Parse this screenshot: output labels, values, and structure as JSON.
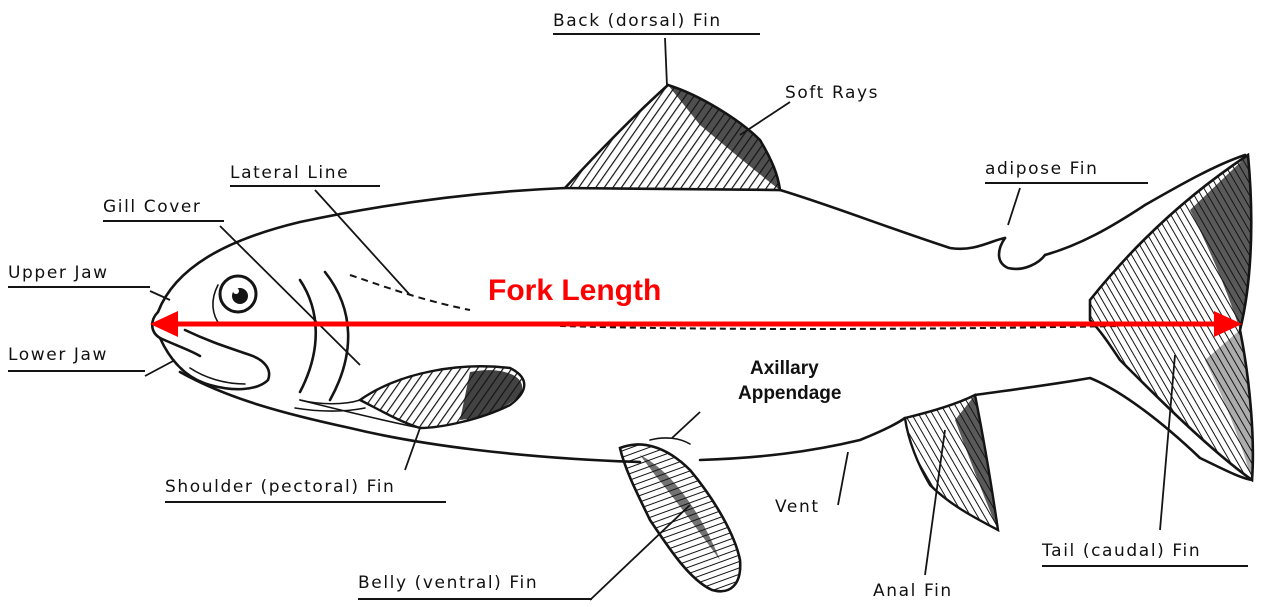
{
  "colors": {
    "measure": "#ff0000",
    "ink": "#141414"
  },
  "measurement": {
    "label": "Fork Length"
  },
  "labels": {
    "dorsal": "Back (dorsal) Fin",
    "soft_rays": "Soft Rays",
    "lateral_line": "Lateral Line",
    "adipose": "adipose  Fin",
    "gill_cover": "Gill Cover",
    "upper_jaw": "Upper Jaw",
    "lower_jaw": "Lower Jaw",
    "axillary_1": "Axillary",
    "axillary_2": "Appendage",
    "pectoral": "Shoulder (pectoral) Fin",
    "vent": "Vent",
    "caudal": "Tail (caudal) Fin",
    "ventral": "Belly (ventral) Fin",
    "anal": "Anal Fin"
  }
}
